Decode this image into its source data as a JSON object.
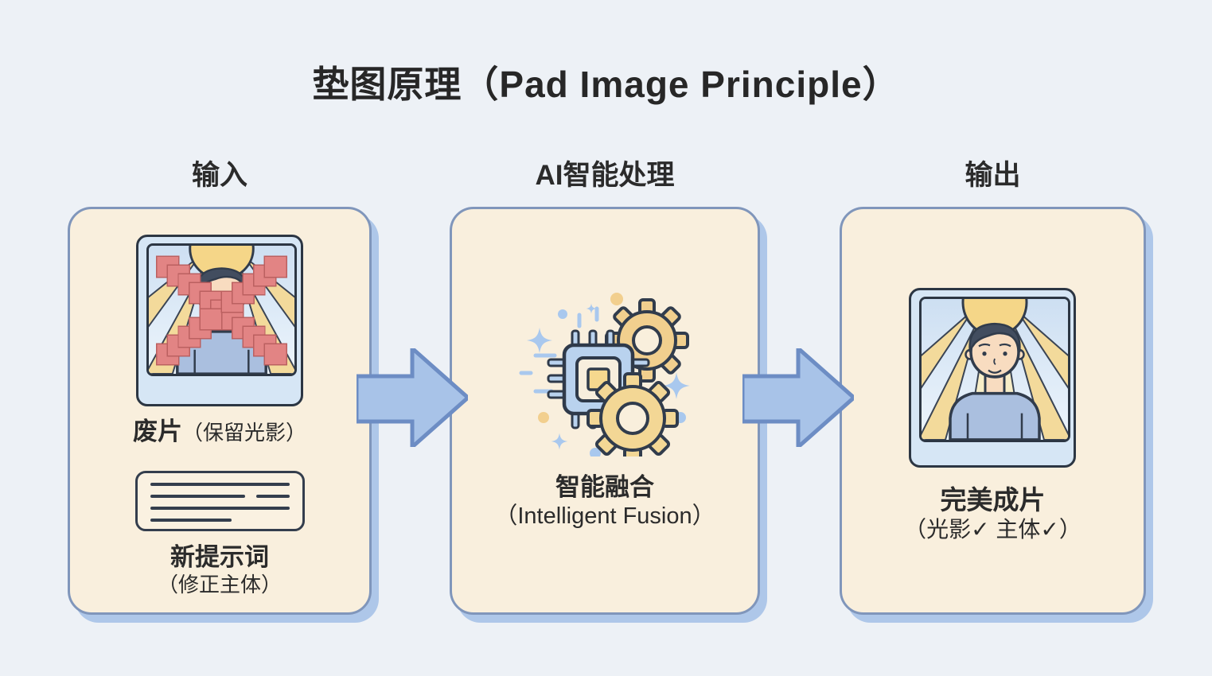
{
  "title": "垫图原理（Pad Image Principle）",
  "panels": {
    "input": {
      "header": "输入",
      "photo_label": "废片",
      "photo_label_note": "（保留光影）",
      "prompt_label": "新提示词",
      "prompt_note": "（修正主体）"
    },
    "process": {
      "header": "AI智能处理",
      "label": "智能融合",
      "label_en": "（Intelligent Fusion）"
    },
    "output": {
      "header": "输出",
      "label": "完美成片",
      "note": "（光影✓ 主体✓）"
    }
  },
  "icons": {
    "flow_arrows": "right-block-arrow",
    "input_illustration": "rejected-photo-with-pixelated-red-x",
    "process_illustration": "ai-chip-with-gears-and-sparkles",
    "output_illustration": "perfect-portrait-photo-with-sun-rays"
  },
  "colors": {
    "page_background": "#edf1f6",
    "panel_background": "#f9efdd",
    "panel_border": "#8096bb",
    "panel_shadow": "#aec7e9",
    "arrow_fill": "#a8c3e8",
    "arrow_border": "#6d8dc4",
    "accent_yellow": "#f5d688",
    "reject_x_red": "#e28484",
    "text": "#272727"
  }
}
